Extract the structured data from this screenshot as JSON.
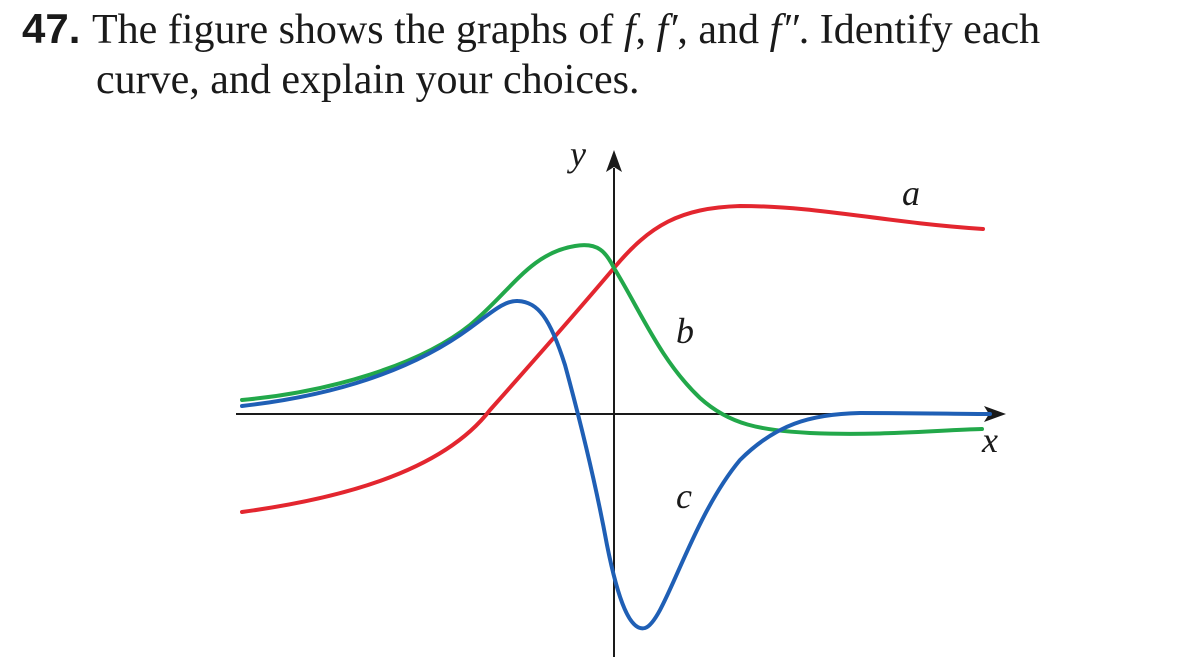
{
  "problem": {
    "number": "47.",
    "line1_before": "The figure shows the graphs of ",
    "f": "f",
    "sep1": ", ",
    "fprime": "f′",
    "sep2": ", and ",
    "fdoubleprime": "f″",
    "line1_after": ". Identify each",
    "line2": "curve, and explain your choices."
  },
  "figure": {
    "axis_x_label": "x",
    "axis_y_label": "y",
    "curves": [
      {
        "label": "a",
        "color": "#e3262f"
      },
      {
        "label": "b",
        "color": "#22a84a"
      },
      {
        "label": "c",
        "color": "#1f5fb5"
      }
    ]
  }
}
